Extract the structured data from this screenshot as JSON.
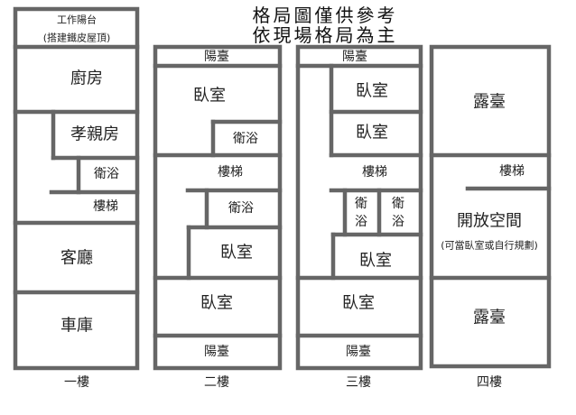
{
  "title": {
    "line1": "格局圖僅供參考",
    "line2": "依現場格局為主"
  },
  "wall_color": "#666666",
  "floor1": {
    "label": "一樓",
    "work_balcony": "工作陽台",
    "work_balcony_note": "(搭建鐵皮屋頂)",
    "kitchen": "廚房",
    "elder_room": "孝親房",
    "bathroom": "衛浴",
    "stairs": "樓梯",
    "living_room": "客廳",
    "garage": "車庫"
  },
  "floor2": {
    "label": "二樓",
    "balcony_front": "陽臺",
    "bedroom_1": "臥室",
    "bathroom_1": "衛浴",
    "stairs": "樓梯",
    "bathroom_2": "衛浴",
    "bedroom_2": "臥室",
    "bedroom_3": "臥室",
    "balcony_back": "陽臺"
  },
  "floor3": {
    "label": "三樓",
    "balcony_front": "陽臺",
    "bedroom_1": "臥室",
    "bedroom_2": "臥室",
    "stairs": "樓梯",
    "bathroom_1_a": "衛",
    "bathroom_1_b": "浴",
    "bathroom_2_a": "衛",
    "bathroom_2_b": "浴",
    "bedroom_3": "臥室",
    "bedroom_4": "臥室",
    "balcony_back": "陽臺"
  },
  "floor4": {
    "label": "四樓",
    "terrace_front": "露臺",
    "stairs": "樓梯",
    "open_space": "開放空間",
    "open_space_note": "(可當臥室或自行規劃)",
    "terrace_back": "露臺"
  }
}
